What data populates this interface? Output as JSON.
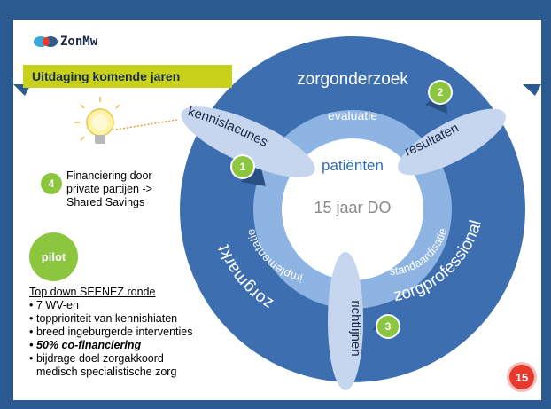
{
  "logo": {
    "text": "ZonMw"
  },
  "title": "Uitdaging komende jaren",
  "ring": {
    "top": "zorgonderzoek",
    "left": "zorgmarkt",
    "right": "zorgprofessional"
  },
  "inner_ring": {
    "top": "evaluatie",
    "left": "implementatie",
    "right": "standaardisatie"
  },
  "center": {
    "label": "patiënten",
    "sublabel": "15 jaar DO"
  },
  "ovals": {
    "left": "kennislacunes",
    "right": "resultaten",
    "bottom": "richtlijnen"
  },
  "badges": {
    "b1": "1",
    "b2": "2",
    "b3": "3",
    "b4": "4"
  },
  "financing": [
    "Financiering door",
    "private partijen ->",
    "Shared Savings"
  ],
  "pilot": "pilot",
  "seenez": {
    "title": "Top down SEENEZ ronde",
    "items": [
      "7 WV-en",
      "topprioriteit van kennishiaten",
      "breed ingeburgerde interventies",
      "50% co-financiering",
      "bijdrage doel zorgakkoord"
    ],
    "continuation": "medisch specialistische zorg"
  },
  "page_number": "15",
  "colors": {
    "frame": "#2a5a8f",
    "outer_ring": "#3d6fb0",
    "inner_ring": "#8eb4e3",
    "oval": "#c5d6ee",
    "accent_green": "#8cc63f",
    "title_bar": "#c8d21a",
    "page_badge": "#e8392c"
  }
}
